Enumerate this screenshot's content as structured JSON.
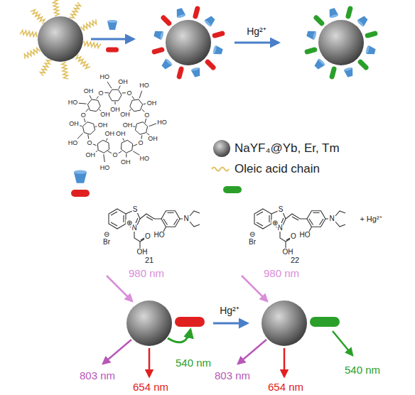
{
  "diagram": {
    "labels": [
      "HO",
      "OH",
      "OH",
      "O",
      "HO",
      "OH",
      "OH",
      "O",
      "HO",
      "OH",
      "OH",
      "O",
      "HO",
      "OH",
      "OH",
      "O",
      "HO",
      "OH",
      "OH",
      "O",
      "HO",
      "OH",
      "OH",
      "O",
      "HO",
      "OH",
      "OH",
      "O",
      "S",
      "N",
      "⊕",
      "Br",
      "⊖",
      "O",
      "OH",
      "HO",
      "N",
      "21",
      "S",
      "N",
      "⊕",
      "Br",
      "⊖",
      "O",
      "OH",
      "HO",
      "N",
      "22",
      "+ Hg²⁺",
      "Hg²⁺",
      "980 nm",
      "803 nm",
      "654 nm",
      "540 nm",
      "Hg²⁺",
      "980 nm",
      "803 nm",
      "654 nm",
      "540 nm"
    ],
    "legend": [
      {
        "text": "NaYF₄@Yb, Er, Tm"
      },
      {
        "text": "Oleic acid chain"
      }
    ]
  }
}
